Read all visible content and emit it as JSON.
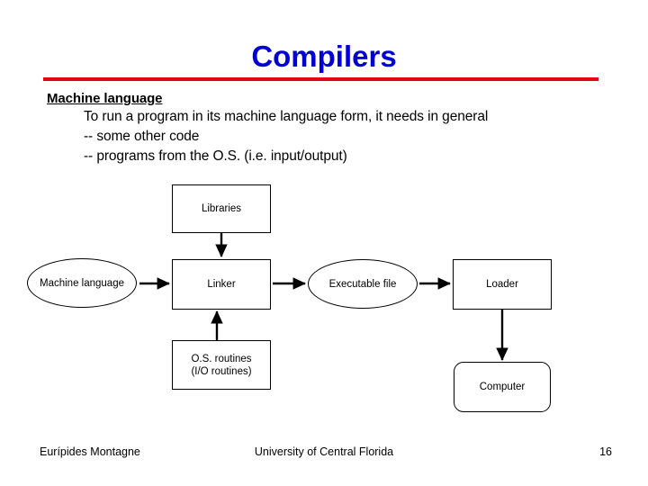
{
  "slide": {
    "title": "Compilers",
    "title_color": "#0000d6",
    "rule_color": "#e30613",
    "background": "#ffffff"
  },
  "body": {
    "heading": "Machine language",
    "lines": [
      "To run a program in its machine language form, it needs in general",
      "-- some other code",
      "-- programs from the O.S. (i.e. input/output)"
    ]
  },
  "diagram": {
    "nodes": [
      {
        "id": "machine-language",
        "label": "Machine language",
        "shape": "ellipse"
      },
      {
        "id": "libraries",
        "label": "Libraries",
        "shape": "rect"
      },
      {
        "id": "linker",
        "label": "Linker",
        "shape": "rect"
      },
      {
        "id": "os-routines",
        "label": "O.S. routines",
        "label2": "(I/O routines)",
        "shape": "rect"
      },
      {
        "id": "executable-file",
        "label": "Executable file",
        "shape": "ellipse"
      },
      {
        "id": "loader",
        "label": "Loader",
        "shape": "rect"
      },
      {
        "id": "computer",
        "label": "Computer",
        "shape": "rounded"
      }
    ],
    "edges": [
      {
        "from": "machine-language",
        "to": "linker"
      },
      {
        "from": "libraries",
        "to": "linker"
      },
      {
        "from": "os-routines",
        "to": "linker"
      },
      {
        "from": "linker",
        "to": "executable-file"
      },
      {
        "from": "executable-file",
        "to": "loader"
      },
      {
        "from": "loader",
        "to": "computer"
      }
    ]
  },
  "footer": {
    "author": "Eurípides Montagne",
    "organization": "University of Central Florida",
    "page": "16"
  }
}
